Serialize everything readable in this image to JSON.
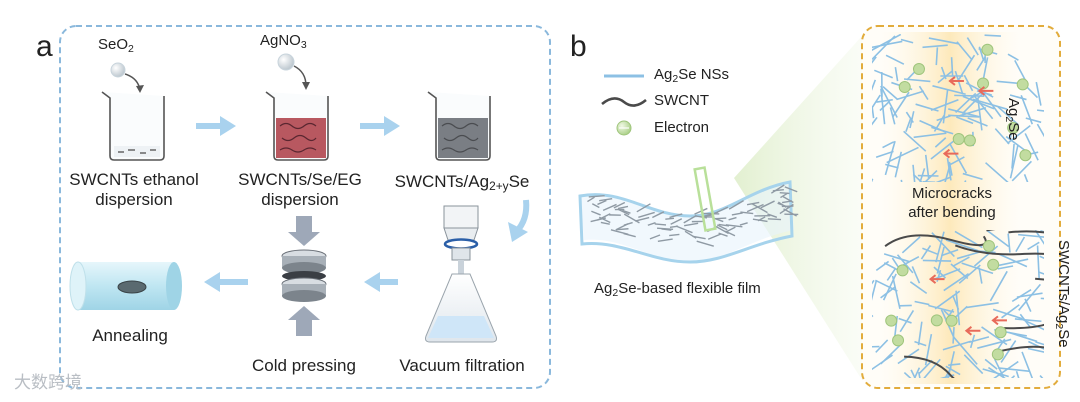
{
  "panel_a": {
    "letter": "a",
    "reagent_1": "SeO",
    "reagent_1_sub": "2",
    "reagent_2": "AgNO",
    "reagent_2_sub": "3",
    "step_1_line1": "SWCNTs ethanol",
    "step_1_line2": "dispersion",
    "step_2_line1": "SWCNTs/Se/EG",
    "step_2_line2": "dispersion",
    "step_3_prefix": "SWCNTs/Ag",
    "step_3_sub": "2+y",
    "step_3_suffix": "Se",
    "step_4": "Vacuum filtration",
    "step_5": "Cold pressing",
    "step_6": "Annealing"
  },
  "panel_b": {
    "letter": "b",
    "legend": {
      "nss_prefix": "Ag",
      "nss_sub": "2",
      "nss_suffix": "Se NSs",
      "swcnt": "SWCNT",
      "electron": "Electron"
    },
    "film_prefix": "Ag",
    "film_sub": "2",
    "film_suffix": "Se-based flexible film",
    "zoom": {
      "top_prefix": "Ag",
      "top_sub": "2",
      "top_suffix": "Se",
      "middle_line1": "Microcracks",
      "middle_line2": "after bending",
      "bottom_prefix": "SWCNTs/Ag",
      "bottom_sub": "2",
      "bottom_suffix": "Se"
    }
  },
  "watermark": "大数跨境",
  "colors": {
    "dashed_border_a": "#8ab8dc",
    "dashed_border_b": "#e2ac3c",
    "arrow": "#a9d2ee",
    "nanosheet": "#8cc0e4",
    "swcnt": "#4a4a4a",
    "electron": "#c2dca0",
    "solution_red": "#b24a52",
    "gray_arrow": "#9ea8b8",
    "red_arrow": "#e86a5a"
  }
}
